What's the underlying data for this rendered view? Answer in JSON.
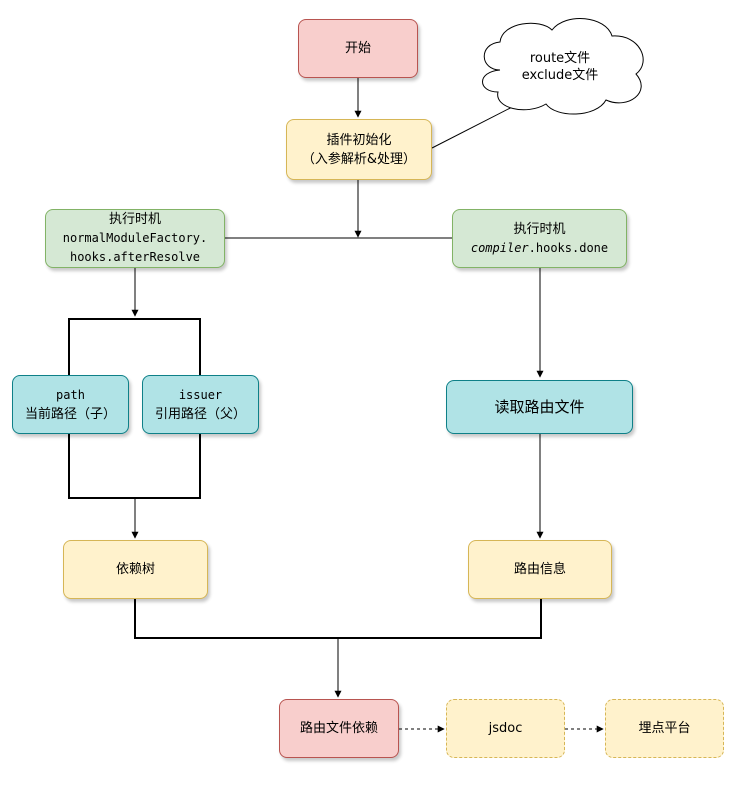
{
  "nodes": {
    "start": "开始",
    "plugin_init_line1": "插件初始化",
    "plugin_init_line2": "（入参解析&处理）",
    "cloud_line1": "route文件",
    "cloud_line2": "exclude文件",
    "timing_left_title": "执行时机",
    "timing_left_code1": "normalModuleFactory.",
    "timing_left_code2": "hooks.afterResolve",
    "timing_right_title": "执行时机",
    "timing_right_code_italic": "compiler",
    "timing_right_code_rest": ".hooks.done",
    "path_code": "path",
    "path_label": "当前路径（子）",
    "issuer_code": "issuer",
    "issuer_label": "引用路径（父）",
    "read_route": "读取路由文件",
    "dep_tree": "依赖树",
    "route_info": "路由信息",
    "route_dep": "路由文件依赖",
    "jsdoc": "jsdoc",
    "tracking": "埋点平台"
  },
  "colors": {
    "red_fill": "#f8cecc",
    "yellow_fill": "#fff2cc",
    "green_fill": "#d5e8d4",
    "cyan_fill": "#b0e3e6"
  }
}
